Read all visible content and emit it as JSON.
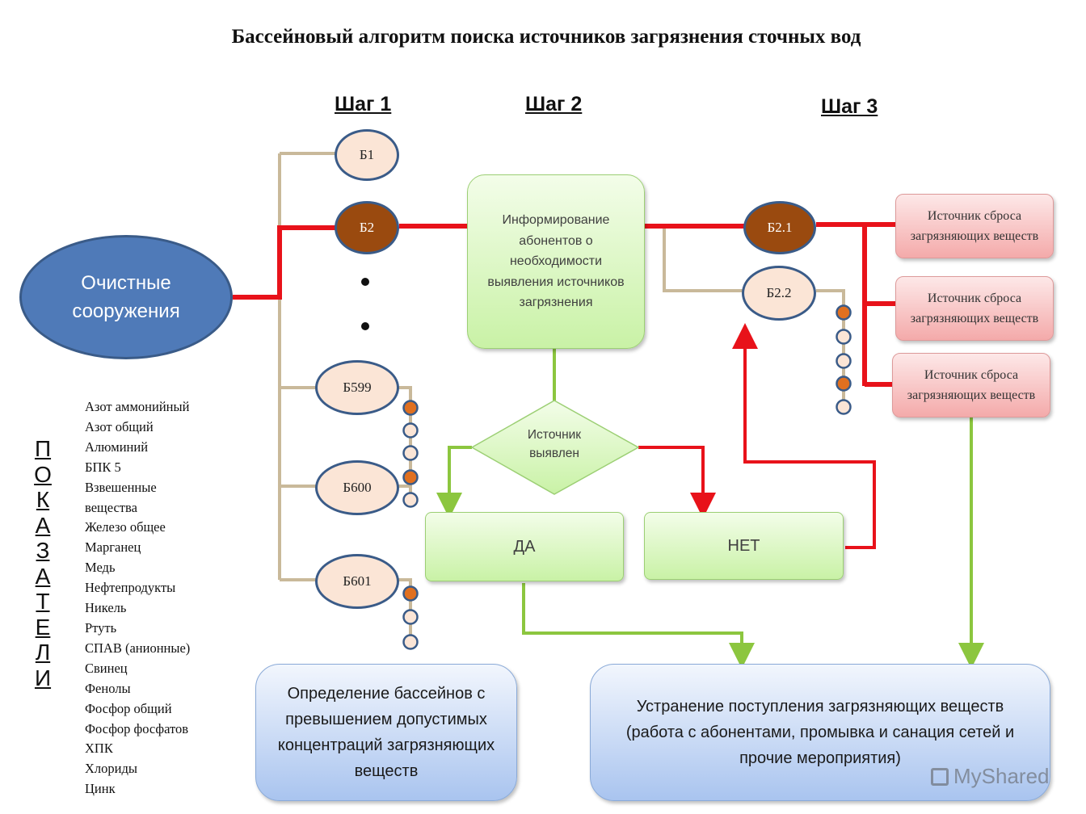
{
  "title": "Бассейновый алгоритм поиска источников загрязнения сточных вод",
  "steps": [
    "Шаг 1",
    "Шаг 2",
    "Шаг 3"
  ],
  "treatment_plant": "Очистные сооружения",
  "basins": {
    "b1": "Б1",
    "b2": "Б2",
    "b599": "Б599",
    "b600": "Б600",
    "b601": "Б601",
    "b21": "Б2.1",
    "b22": "Б2.2"
  },
  "inform_box": "Информирование абонентов о необходимости выявления источников загрязнения",
  "decision": "Источник выявлен",
  "yes": "ДА",
  "no": "НЕТ",
  "sources": [
    "Источник сброса загрязняющих веществ",
    "Источник сброса загрязняющих веществ",
    "Источник сброса загрязняющих веществ"
  ],
  "determination_box": "Определение бассейнов с превышением допустимых концентраций загрязняющих веществ",
  "elimination_box": "Устранение поступления загрязняющих веществ (работа с абонентами, промывка и санация сетей и прочие мероприятия)",
  "indicators_label": "ПОКАЗАТЕЛИ",
  "indicators": [
    "Азот аммонийный",
    "Азот общий",
    "Алюминий",
    "БПК 5",
    "Взвешенные",
    "вещества",
    "Железо общее",
    "Марганец",
    "Медь",
    "Нефтепродукты",
    "Никель",
    "Ртуть",
    "СПАВ (анионные)",
    "Свинец",
    "Фенолы",
    "Фосфор общий",
    "Фосфор фосфатов",
    "ХПК",
    "Хлориды",
    "Цинк"
  ],
  "watermark": "MyShared",
  "colors": {
    "main_pipe": "#e8121a",
    "branch_pipe": "#c9b99a",
    "green_arrow": "#8cc63f",
    "oval_dark": "#9a4a0f",
    "oval_light": "#fbe5d6",
    "plant": "#4f7ab8"
  }
}
